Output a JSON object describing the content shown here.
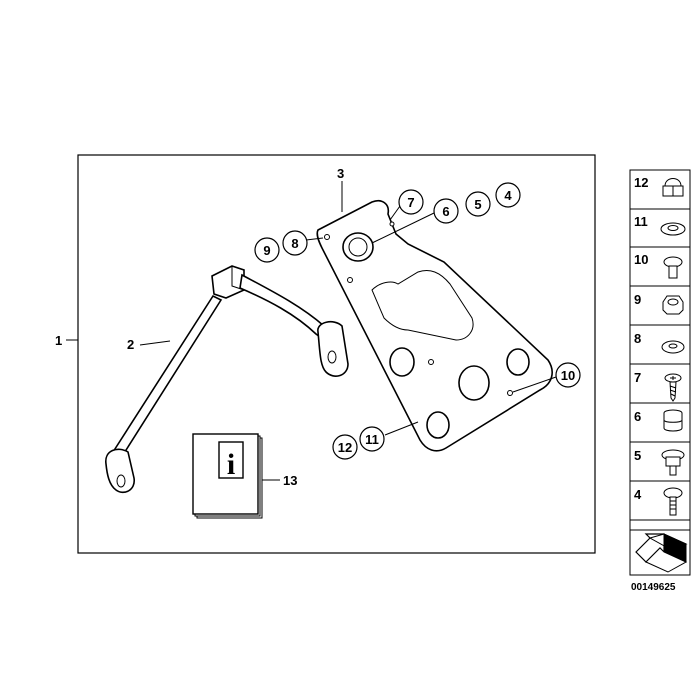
{
  "diagram": {
    "callouts": {
      "c1": "1",
      "c2": "2",
      "c3": "3",
      "c4": "4",
      "c5": "5",
      "c6": "6",
      "c7": "7",
      "c8": "8",
      "c9": "9",
      "c10": "10",
      "c11": "11",
      "c12": "12",
      "c13": "13"
    },
    "info_icon": "i",
    "sidebar_items": [
      "12",
      "11",
      "10",
      "9",
      "8",
      "7",
      "6",
      "5",
      "4"
    ],
    "diagram_number": "00149625"
  }
}
